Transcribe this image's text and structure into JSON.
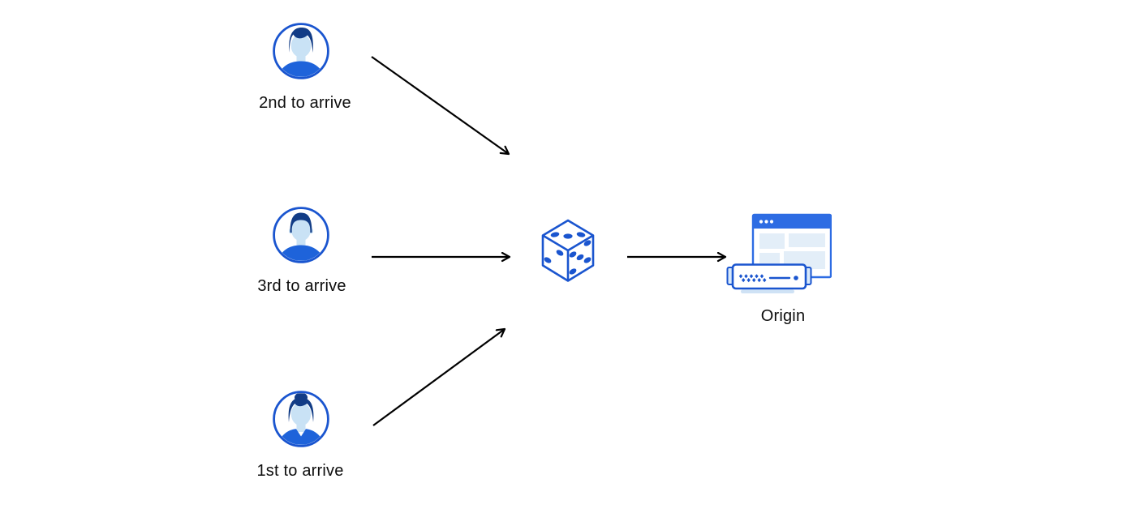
{
  "diagram": {
    "clients": [
      {
        "label": "2nd to arrive",
        "icon": "male-avatar-icon"
      },
      {
        "label": "3rd to arrive",
        "icon": "male-avatar-icon"
      },
      {
        "label": "1st to arrive",
        "icon": "female-avatar-icon"
      }
    ],
    "randomizer": {
      "icon": "dice-icon"
    },
    "origin": {
      "label": "Origin",
      "icon": "origin-server-icon"
    },
    "edges": [
      {
        "from": "client-2nd-to-arrive",
        "to": "dice-randomizer"
      },
      {
        "from": "client-3rd-to-arrive",
        "to": "dice-randomizer"
      },
      {
        "from": "client-1st-to-arrive",
        "to": "dice-randomizer"
      },
      {
        "from": "dice-randomizer",
        "to": "origin-server"
      }
    ],
    "palette": {
      "blue_primary": "#1a55cf",
      "hair_navy": "#123c86",
      "skin_light_blue": "#c9e2f5",
      "shirt_blue": "#1e63da",
      "titlebar_blue": "#2d6ce3",
      "panel_light_blue": "#e3eef8",
      "arrow_black": "#000000",
      "text_black": "#0d0d0d",
      "background": "#ffffff"
    }
  }
}
